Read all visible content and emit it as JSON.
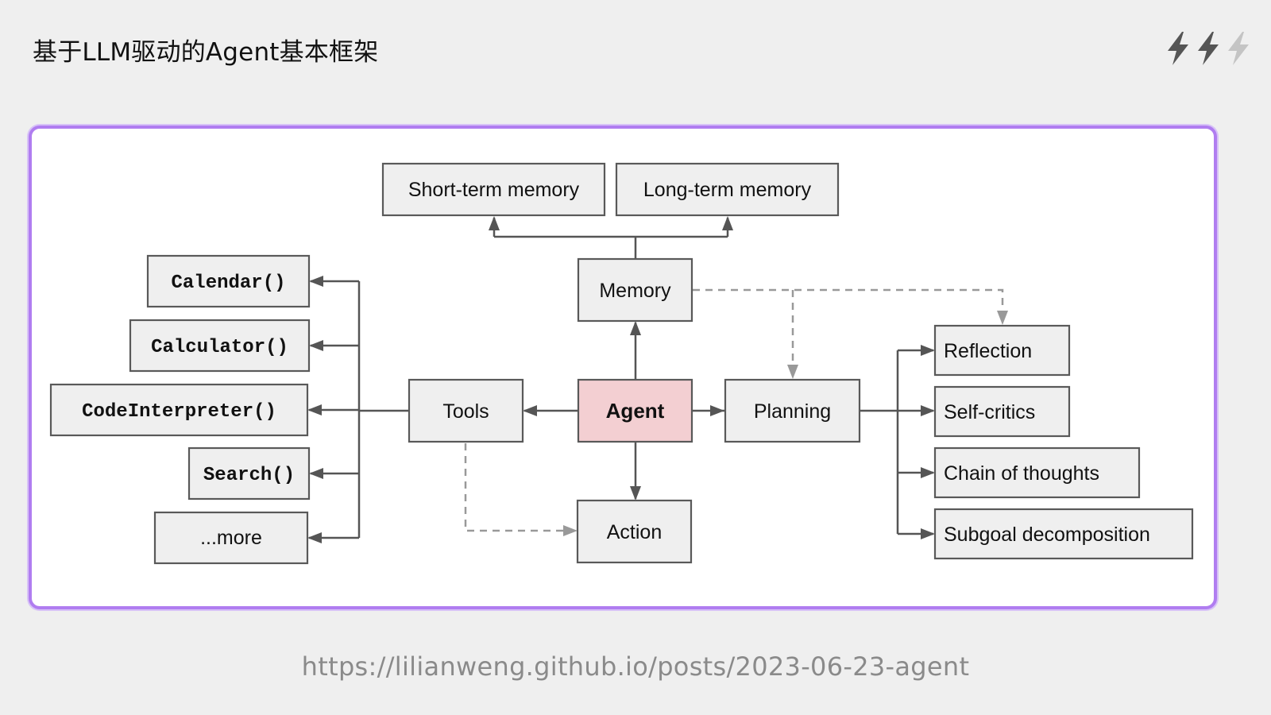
{
  "header": {
    "title": "基于LLM驱动的Agent基本框架"
  },
  "source_url": "https://lilianweng.github.io/posts/2023-06-23-agent",
  "icons": [
    "lightning-bolt-icon",
    "lightning-bolt-icon",
    "lightning-bolt-icon"
  ],
  "colors": {
    "agent_fill": "#f3cfd2",
    "box_fill": "#efefef",
    "frame_border": "#b07df0"
  },
  "diagram": {
    "agent": "Agent",
    "memory": "Memory",
    "short_term_memory": "Short-term memory",
    "long_term_memory": "Long-term memory",
    "tools": "Tools",
    "action": "Action",
    "planning": "Planning",
    "tool_items": [
      "Calendar()",
      "Calculator()",
      "CodeInterpreter()",
      "Search()",
      "...more"
    ],
    "planning_items": [
      "Reflection",
      "Self-critics",
      "Chain of thoughts",
      "Subgoal decomposition"
    ]
  }
}
